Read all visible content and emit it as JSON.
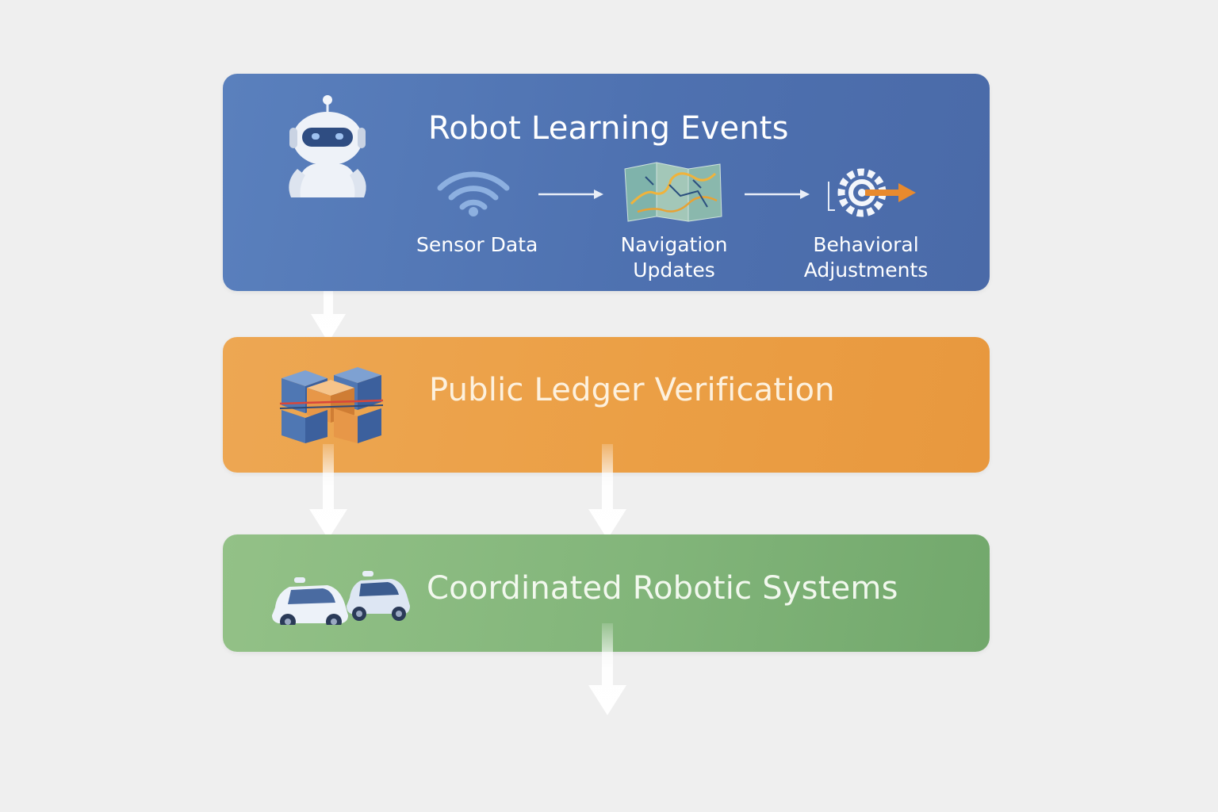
{
  "stages": {
    "learning": {
      "title": "Robot Learning Events",
      "steps": [
        {
          "label": "Sensor Data",
          "icon": "wifi-icon"
        },
        {
          "label": "Navigation\nUpdates",
          "icon": "map-icon"
        },
        {
          "label": "Behavioral\nAdjustments",
          "icon": "gear-arrow-icon"
        }
      ],
      "icon": "robot-icon",
      "color": "#4e71b0"
    },
    "ledger": {
      "title": "Public Ledger Verification",
      "icon": "blockchain-cubes-icon",
      "color": "#eb9f45"
    },
    "coordinated": {
      "title": "Coordinated Robotic Systems",
      "icon": "autonomous-vehicles-icon",
      "color": "#82b57a"
    }
  }
}
